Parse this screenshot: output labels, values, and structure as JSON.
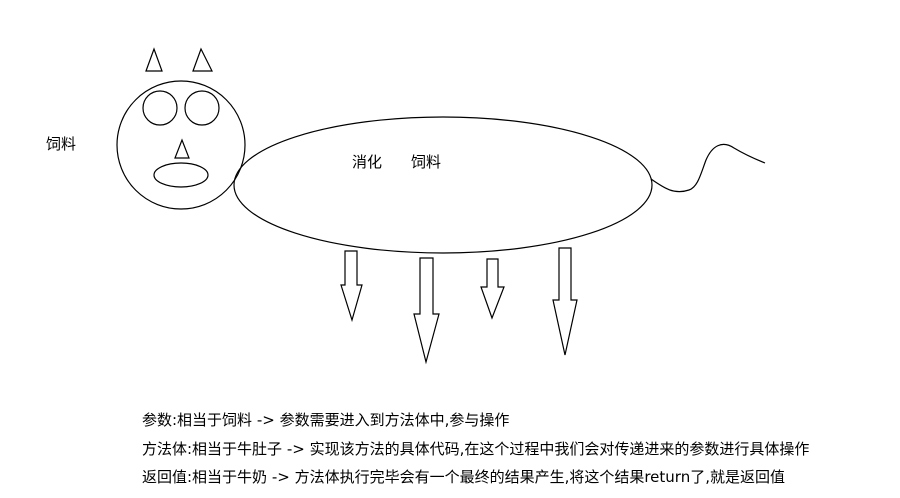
{
  "labels": {
    "feed": "饲料",
    "stomach_digest": "消化",
    "stomach_feed": "饲料"
  },
  "captions": [
    "参数:相当于饲料 -> 参数需要进入到方法体中,参与操作",
    "方法体:相当于牛肚子 -> 实现该方法的具体代码,在这个过程中我们会对传递进来的参数进行具体操作",
    "返回值:相当于牛奶 -> 方法体执行完毕会有一个最终的结果产生,将这个结果return了,就是返回值"
  ],
  "colors": {
    "stroke": "#000000",
    "background": "#ffffff"
  }
}
